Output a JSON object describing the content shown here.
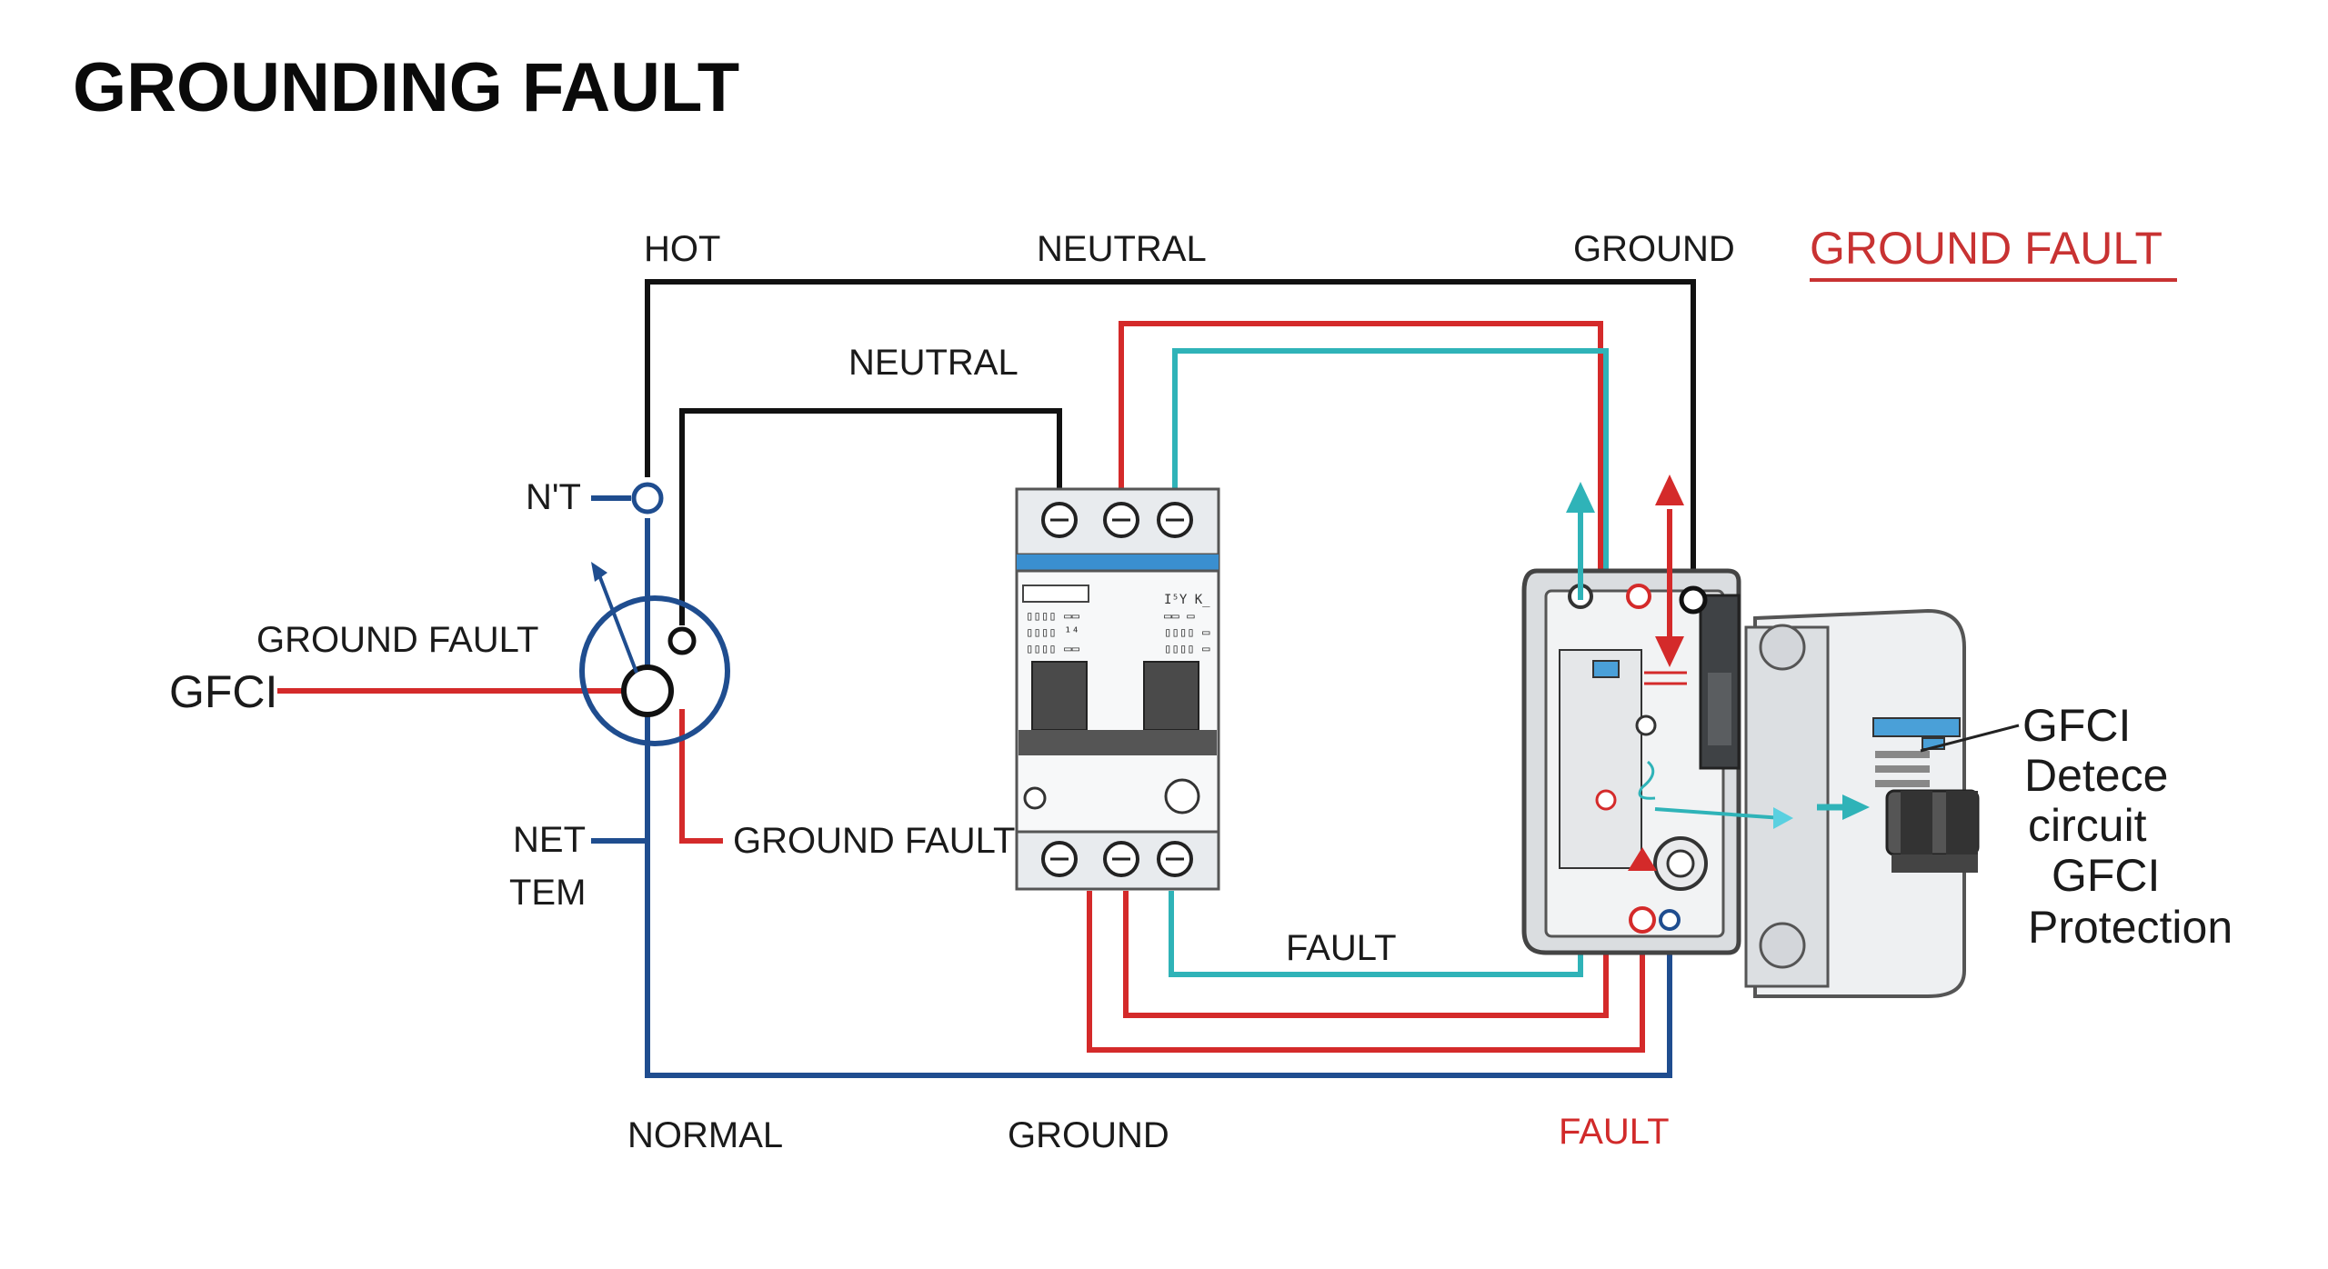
{
  "title": "GROUNDING FAULT",
  "labels": {
    "hot": "HOT",
    "neutral_top": "NEUTRAL",
    "ground_top": "GROUND",
    "ground_fault_header": "GROUND FAULT",
    "neutral_mid": "NEUTRAL",
    "nt": "N'T",
    "ground_fault_left": "GROUND FAULT",
    "gfci_left": "GFCI",
    "net": "NET",
    "tem": "TEM",
    "ground_fault_lower": "GROUND FAULT",
    "fault_mid": "FAULT",
    "normal": "NORMAL",
    "ground_bottom": "GROUND",
    "fault_bottom": "FAULT"
  },
  "gfci_note": [
    "GFCI",
    "Detece",
    "circuit",
    "GFCI",
    "Protection"
  ],
  "breaker_text": {
    "row1_left": "▭▭▭ ▭▭",
    "row1_right": "I⁵Y  K̲",
    "row2_left": "▯▯▯▯  ▭▭",
    "row2_right": "▭▭  ▭",
    "row3_left": "▯▯▯▯  ¹⁴",
    "row3_right": "▯▯▯▯ ▭",
    "row4_left": "▯▯▯▯  ▭▭",
    "row4_right": "▯▯▯▯ ▭"
  },
  "colors": {
    "hot_wire": "#111111",
    "fault_wire": "#d42a2a",
    "neutral_wire": "#2fb3b8",
    "ground_wire": "#1f4d8f",
    "header_accent": "#c83232"
  }
}
